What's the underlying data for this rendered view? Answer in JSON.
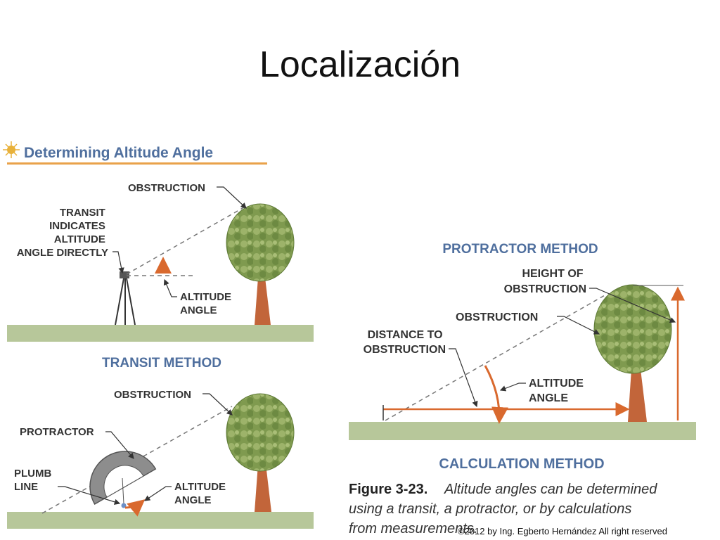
{
  "slide": {
    "title": "Localización",
    "copyright": "©2012 by Ing. Egberto Hernández All right reserved"
  },
  "panel_left": {
    "header": "Determining Altitude Angle",
    "transit": {
      "obstruction": "OBSTRUCTION",
      "indicates": [
        "TRANSIT",
        "INDICATES",
        "ALTITUDE",
        "ANGLE DIRECTLY"
      ],
      "altitude_angle": [
        "ALTITUDE",
        "ANGLE"
      ],
      "method": "TRANSIT METHOD"
    },
    "protractor": {
      "obstruction": "OBSTRUCTION",
      "protractor": "PROTRACTOR",
      "plumb_line": [
        "PLUMB",
        "LINE"
      ],
      "altitude_angle": [
        "ALTITUDE",
        "ANGLE"
      ]
    }
  },
  "panel_right": {
    "protractor_method": "PROTRACTOR METHOD",
    "height": [
      "HEIGHT OF",
      "OBSTRUCTION"
    ],
    "obstruction": "OBSTRUCTION",
    "distance": [
      "DISTANCE TO",
      "OBSTRUCTION"
    ],
    "altitude_angle": [
      "ALTITUDE",
      "ANGLE"
    ],
    "calculation_method": "CALCULATION METHOD",
    "caption": [
      "Figure 3-23.",
      "Altitude angles can be determined",
      "using a transit, a protractor, or by calculations",
      "from measurements."
    ]
  },
  "colors": {
    "ground": "#b7c79a",
    "trunk": "#c2653a",
    "foliage": "#7f9a4f",
    "arrow": "#d9692e",
    "heading": "#4f6f9e"
  },
  "icons": [
    "sun-icon",
    "transit-tripod-icon",
    "tree-icon",
    "protractor-icon",
    "plumb-bob-icon"
  ]
}
